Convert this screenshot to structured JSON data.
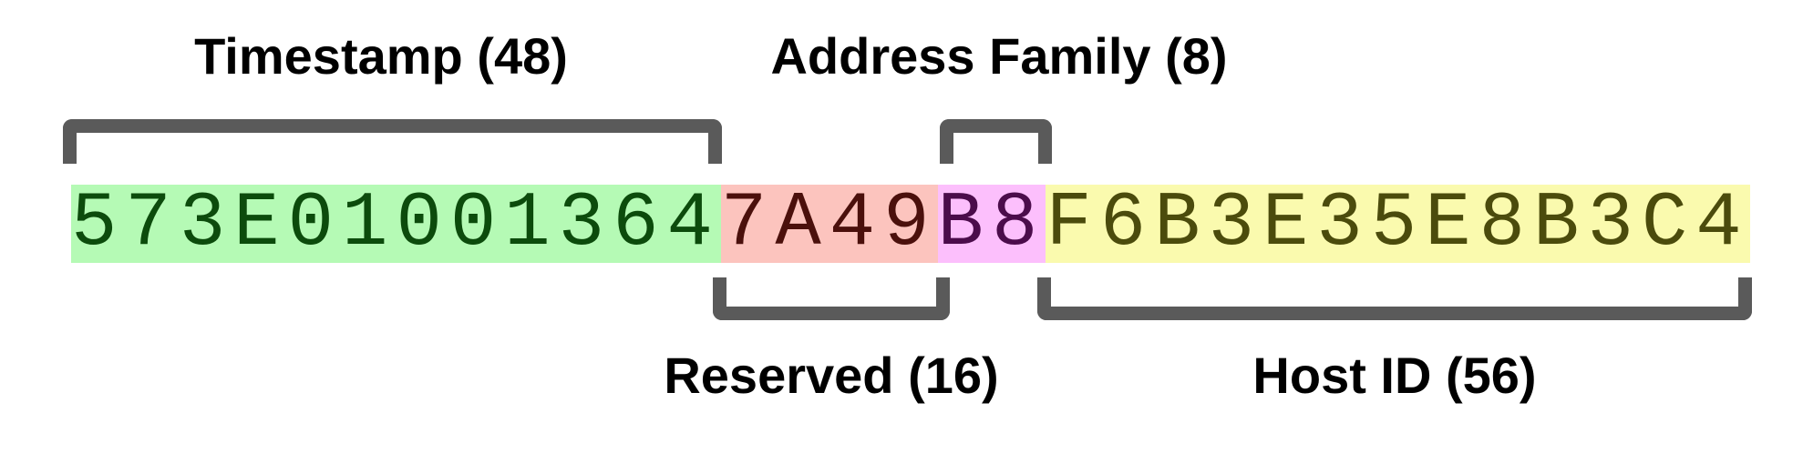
{
  "diagram": {
    "title": "hex string field breakdown",
    "background": "#ffffff",
    "bracket_color": "#5a5a5a",
    "label_color": "#000000",
    "fields": [
      {
        "name": "timestamp",
        "label": "Timestamp (48)",
        "bits": 48,
        "hex": "573E01001364",
        "bg": "#b5fab5",
        "fg": "#0c4b0c",
        "bracket_position": "top"
      },
      {
        "name": "reserved",
        "label": "Reserved (16)",
        "bits": 16,
        "hex": "7A49",
        "bg": "#fcc4be",
        "fg": "#4b100c",
        "bracket_position": "bottom"
      },
      {
        "name": "address_family",
        "label": "Address Family (8)",
        "bits": 8,
        "hex": "B8",
        "bg": "#fcbffc",
        "fg": "#4b0c4b",
        "bracket_position": "top"
      },
      {
        "name": "host_id",
        "label": "Host ID (56)",
        "bits": 56,
        "hex": "F6B3E35E8B3C4",
        "bg": "#fafaae",
        "fg": "#4b4b0c",
        "bracket_position": "bottom"
      }
    ]
  }
}
